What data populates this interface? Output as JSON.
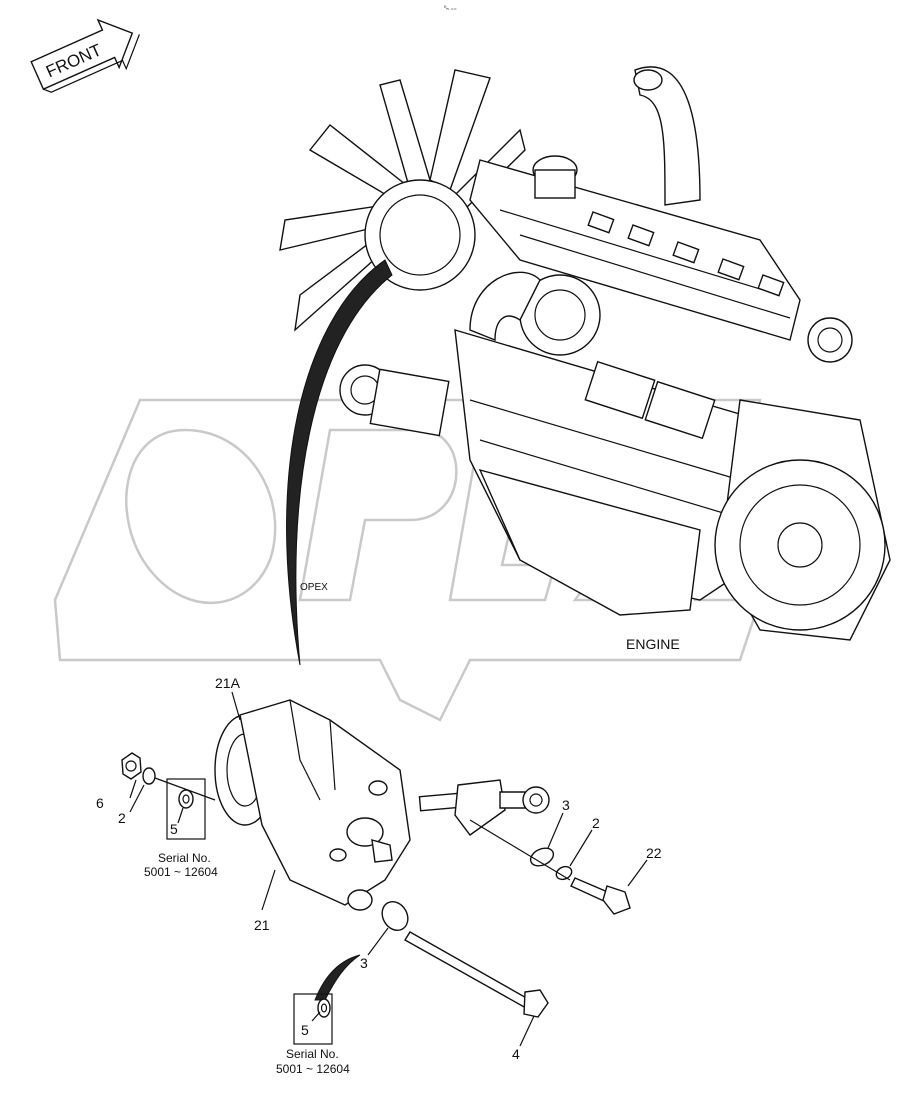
{
  "header_mark": "⁰ₙ ₌₌",
  "direction": {
    "label": "FRONT"
  },
  "watermark": {
    "text": "OPEX"
  },
  "engine": {
    "label": "ENGINE"
  },
  "callouts": {
    "c21A": "21A",
    "c21": "21",
    "c6": "6",
    "c2_left": "2",
    "c5_left": "5",
    "c3_right": "3",
    "c2_right": "2",
    "c22": "22",
    "c3_bottom": "3",
    "c5_bottom": "5",
    "c4": "4"
  },
  "serial_notes": [
    {
      "line1": "Serial No.",
      "line2": "5001 ~ 12604"
    },
    {
      "line1": "Serial No.",
      "line2": "5001 ~ 12604"
    }
  ]
}
